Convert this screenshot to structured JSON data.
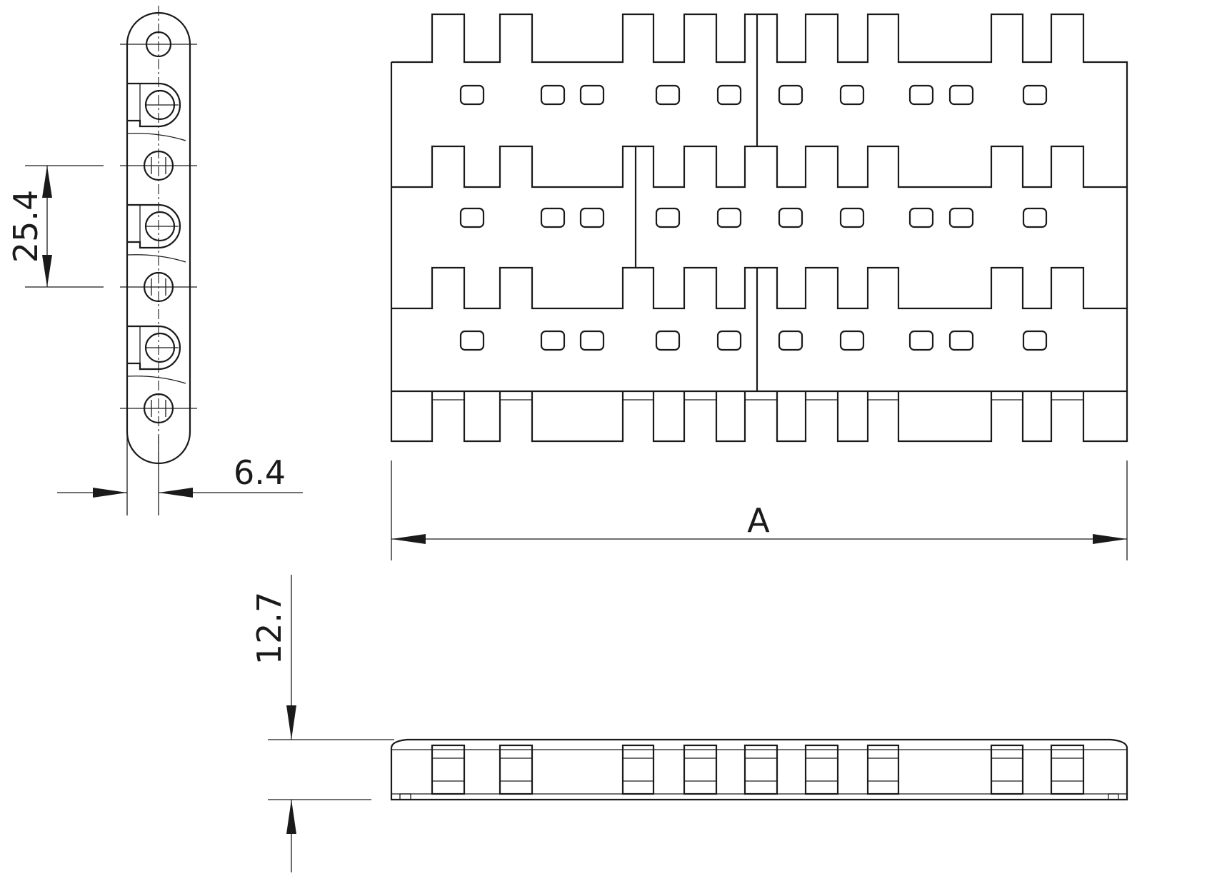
{
  "dimensions": {
    "pitch": "25.4",
    "pin_offset": "6.4",
    "width": "A",
    "height": "12.7"
  }
}
